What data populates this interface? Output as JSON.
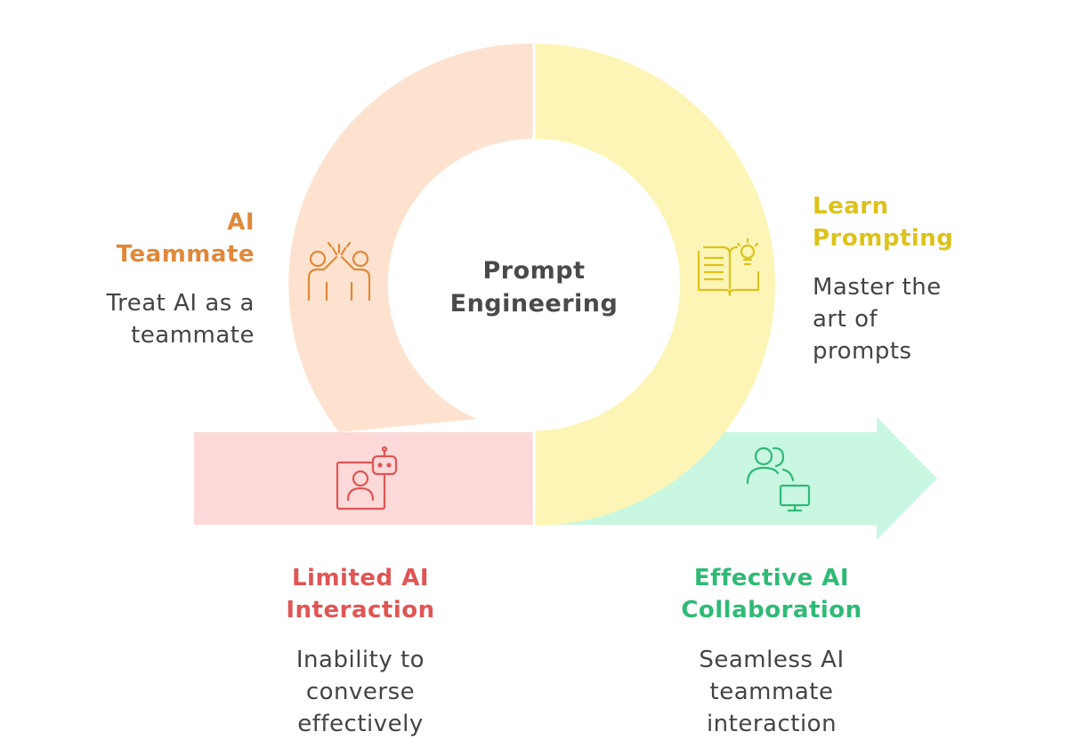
{
  "center": {
    "line1": "Prompt",
    "line2": "Engineering"
  },
  "stages": {
    "ai_teammate": {
      "title_line1": "AI",
      "title_line2": "Teammate",
      "desc_line1": "Treat AI as a",
      "desc_line2": "teammate",
      "icon": "high-five-icon",
      "color": "#e0883a",
      "fill": "#fde3cf"
    },
    "learn_prompting": {
      "title_line1": "Learn",
      "title_line2": "Prompting",
      "desc_line1": "Master the",
      "desc_line2": "art of",
      "desc_line3": "prompts",
      "icon": "book-lightbulb-icon",
      "color": "#dcc31a",
      "fill": "#fdf5b6"
    },
    "limited_ai": {
      "title_line1": "Limited AI",
      "title_line2": "Interaction",
      "desc_line1": "Inability to",
      "desc_line2": "converse",
      "desc_line3": "effectively",
      "icon": "person-robot-icon",
      "color": "#e05555",
      "fill": "#fdd9d9"
    },
    "effective_ai": {
      "title_line1": "Effective AI",
      "title_line2": "Collaboration",
      "desc_line1": "Seamless AI",
      "desc_line2": "teammate",
      "desc_line3": "interaction",
      "icon": "users-monitor-icon",
      "color": "#2fba76",
      "fill": "#c9f7e2"
    }
  }
}
